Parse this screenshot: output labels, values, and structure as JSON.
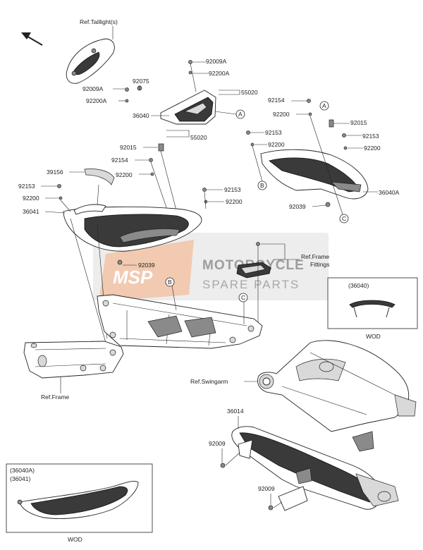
{
  "labels": {
    "ref_taillight": "Ref.Taillight(s)",
    "ref_frame_fittings_1": "Ref.Frame",
    "ref_frame_fittings_2": "Fittings",
    "ref_frame": "Ref.Frame",
    "ref_swingarm": "Ref.Swingarm"
  },
  "part_numbers": {
    "p92075": "92075",
    "p92009A_top": "92009A",
    "p92200A_top": "92200A",
    "p92009A_left": "92009A",
    "p92200A_left": "92200A",
    "p55020_a": "55020",
    "p36040": "36040",
    "p55020_b": "55020",
    "p92154_right": "92154",
    "p92200_right": "92200",
    "p92015_right": "92015",
    "p92153_right_a": "92153",
    "p92200_right_b": "92200",
    "p92153_right_b": "92153",
    "p92200_right_c": "92200",
    "p92015_mid": "92015",
    "p92154_mid": "92154",
    "p92200_mid": "92200",
    "p39156": "39156",
    "p92153_left": "92153",
    "p92200_left": "92200",
    "p36041": "36041",
    "p92153_center": "92153",
    "p92200_center": "92200",
    "p36040A": "36040A",
    "p92039_right": "92039",
    "p92039_center": "92039",
    "p36014": "36014",
    "p92009_a": "92009",
    "p92009_b": "92009"
  },
  "callouts": {
    "a1": "A",
    "a2": "A",
    "b1": "B",
    "b2": "B",
    "c1": "C",
    "c2": "C"
  },
  "inset_wod": {
    "code": "(36040)",
    "caption": "WOD"
  },
  "inset_wod_2": {
    "code_1": "(36040A)",
    "code_2": "(36041)",
    "caption": "WOD"
  },
  "watermark": {
    "logo": "MSP",
    "line1": "MOTORCYCLE",
    "line2": "SPARE PARTS"
  },
  "icons": {
    "direction": "arrow-up-left-icon"
  }
}
